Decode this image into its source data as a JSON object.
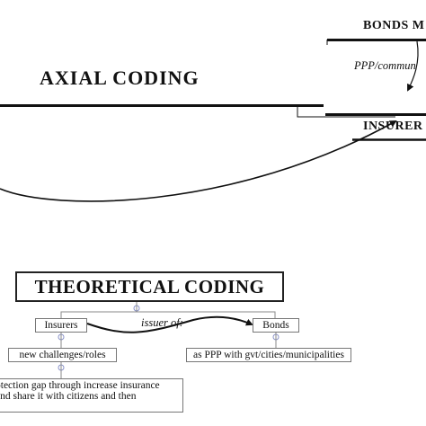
{
  "axial": {
    "title": "AXIAL CODING",
    "top_label": "BONDS M",
    "middle_label": "PPP/commun",
    "bottom_label": "INSURER"
  },
  "theoretical": {
    "title": "THEORETICAL CODING",
    "nodes": {
      "insurers": "Insurers",
      "bonds": "Bonds",
      "challenges": "new challenges/roles",
      "ppp": "as PPP with gvt/cities/municipalities",
      "protection_line1": "otection gap through increase insurance",
      "protection_line2": "and share it with citizens and then"
    },
    "relation": "issuer of:"
  },
  "colors": {
    "line": "#111111",
    "node_border": "#777777",
    "collapse_marker": "#8a93c9"
  }
}
